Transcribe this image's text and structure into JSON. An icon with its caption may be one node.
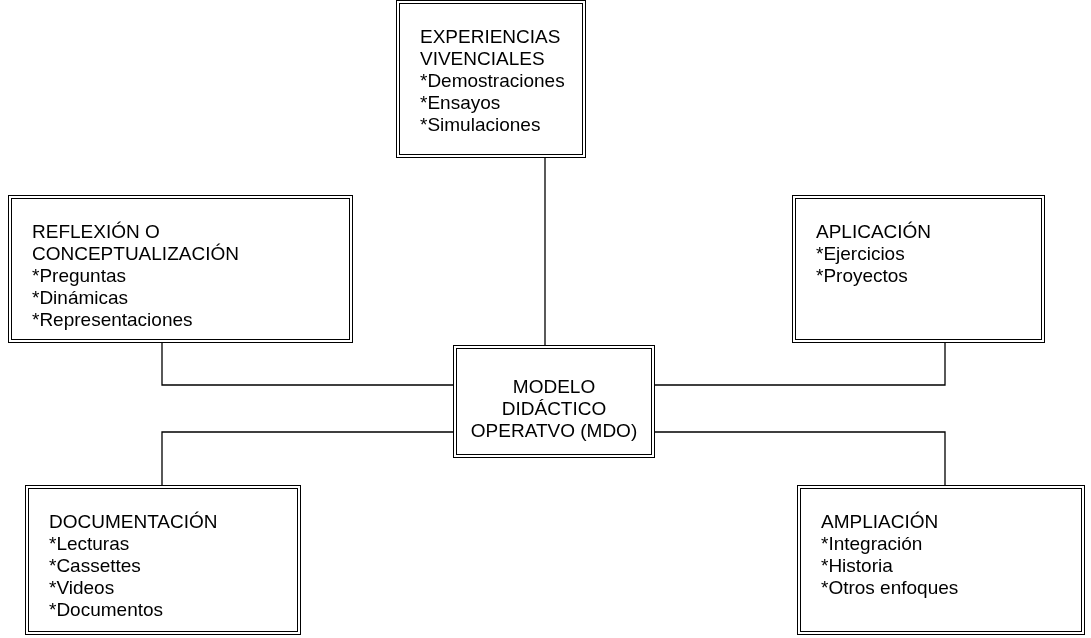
{
  "diagram": {
    "nodes": [
      {
        "text": [
          "EXPERIENCIAS VIVENCIALES",
          "*Demostraciones",
          "*Ensayos",
          "*Simulaciones"
        ]
      },
      {
        "text": [
          "REFLEXIÓN O CONCEPTUALIZACIÓN",
          "*Preguntas",
          "*Dinámicas",
          "*Representaciones"
        ]
      },
      {
        "text": [
          "APLICACIÓN",
          "*Ejercicios",
          "*Proyectos"
        ]
      },
      {
        "text": [
          "MODELO DIDÁCTICO OPERATVO (MDO)"
        ]
      },
      {
        "text": [
          "DOCUMENTACIÓN",
          "*Lecturas",
          "*Cassettes",
          "*Videos",
          "*Documentos"
        ]
      },
      {
        "text": [
          "AMPLIACIÓN",
          "*Integración",
          "*Historia",
          "*Otros enfoques"
        ]
      }
    ],
    "edges": [
      {
        "from": 3,
        "to": 0,
        "arrow": "none"
      },
      {
        "from": 3,
        "to": 1,
        "arrow": "none"
      },
      {
        "from": 3,
        "to": 2,
        "arrow": "none"
      },
      {
        "from": 3,
        "to": 4,
        "arrow": "none"
      },
      {
        "from": 3,
        "to": 5,
        "arrow": "none"
      }
    ]
  }
}
